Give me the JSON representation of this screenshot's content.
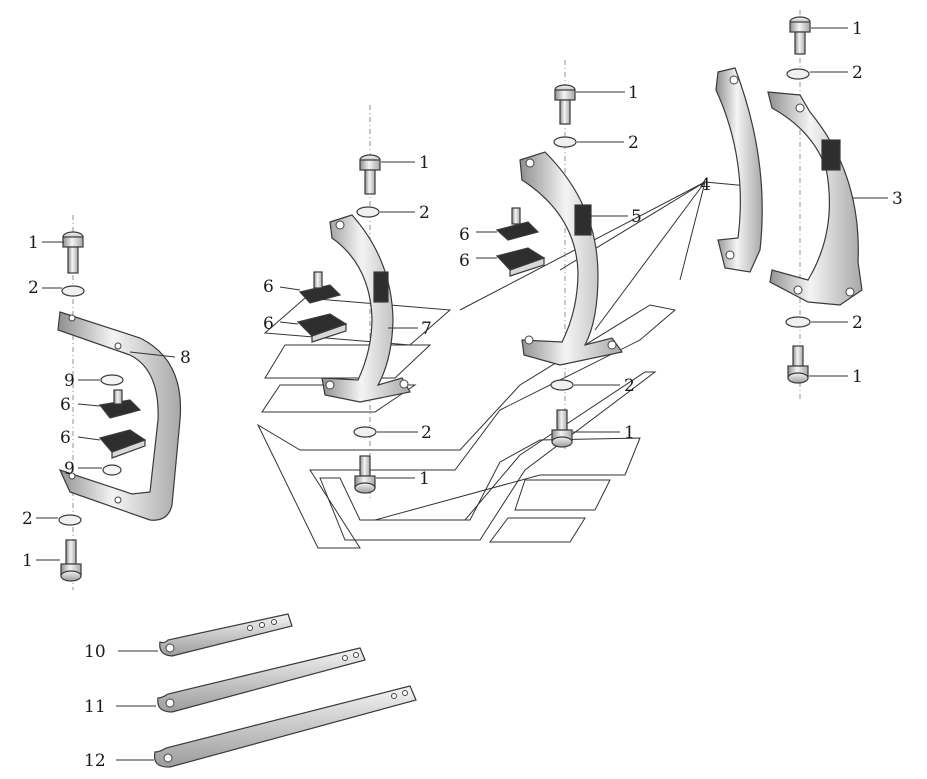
{
  "labels": {
    "bolt": "1",
    "washer": "2",
    "outer_clamp": "3",
    "inner_clamp": "4",
    "mid_clamp": "5",
    "clip": "6",
    "left_clamp": "7",
    "strap": "8",
    "spacer": "9",
    "wrench_short": "10",
    "wrench_mid": "11",
    "wrench_long": "12"
  },
  "colors": {
    "line": "#333333",
    "metal_light": "#f2f2f2",
    "metal_dark": "#9a9a9a",
    "background": "#ffffff"
  }
}
